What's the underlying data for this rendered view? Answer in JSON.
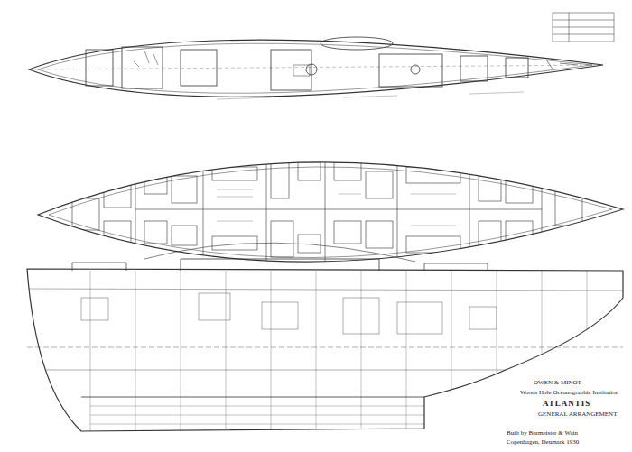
{
  "diagram": {
    "labels": [
      "OWEN & MINOT",
      "Woods Hole Oceanographic Institution",
      "ATLANTIS",
      "GENERAL ARRANGEMENT",
      "Built by Burmeister & Wain",
      "Copenhagen, Denmark 1930"
    ]
  }
}
